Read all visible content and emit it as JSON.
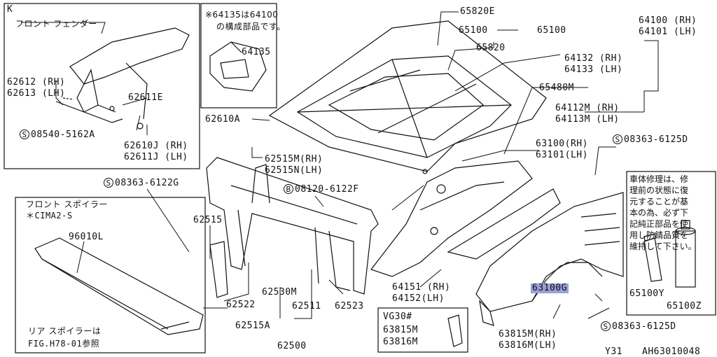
{
  "labels": {
    "k": "K",
    "front_fender": "フロント フェンダー",
    "p62612": "62612 (RH)",
    "p62613": "62613 (LH)",
    "p62611e": "62611E",
    "p08540": "08540-5162A",
    "p62610j": "62610J (RH)",
    "p62611j": "62611J (LH)",
    "note_64135a": "※64135は64100",
    "note_64135b": "の構成部品です。",
    "p64135": "64135",
    "p65820e": "65820E",
    "p65100a": "65100",
    "p65100b": "65100",
    "p65820": "65820",
    "p64100": "64100 (RH)",
    "p64101": "64101 (LH)",
    "p64132": "64132 (RH)",
    "p64133": "64133 (LH)",
    "p65480m": "65480M",
    "p64112m": "64112M (RH)",
    "p64113m": "64113M (LH)",
    "p62610a": "62610A",
    "p62515m": "62515M(RH)",
    "p62515n": "62515N(LH)",
    "p63100": "63100(RH)",
    "p63101": "63101(LH)",
    "p08363_d_top": "08363-6125D",
    "s_mark": "S",
    "b_mark": "B",
    "p08363_g": "08363-6122G",
    "p08120": "08120-6122F",
    "front_spoiler": "フロント スポイラー",
    "cima": "＊CIMA2-S",
    "p96010l": "96010L",
    "p62515": "62515",
    "rear_spoiler": "リア スポイラーは",
    "fig_ref": "FIG.H78-01参照",
    "p62530m": "62530M",
    "p62522": "62522",
    "p62511": "62511",
    "p62523": "62523",
    "p62515a": "62515A",
    "p62500": "62500",
    "p64151": "64151 (RH)",
    "p64152": "64152(LH)",
    "vg30": "VG30#",
    "p63815m_box": "63815M",
    "p63816m_box": "63816M",
    "p63100g": "63100G",
    "p63815m": "63815M(RH)",
    "p63816m": "63816M(LH)",
    "p08363_d_bot": "08363-6125D",
    "p65100y": "65100Y",
    "p65100z": "65100Z",
    "repair_note": [
      "車体修理は、修",
      "理前の状態に復",
      "元することが基",
      "本の為、必ず下",
      "記純正部品を使",
      "用し防錆品質を",
      "維持して下さい。"
    ],
    "y31": "Y31",
    "code": "AH63010048"
  }
}
